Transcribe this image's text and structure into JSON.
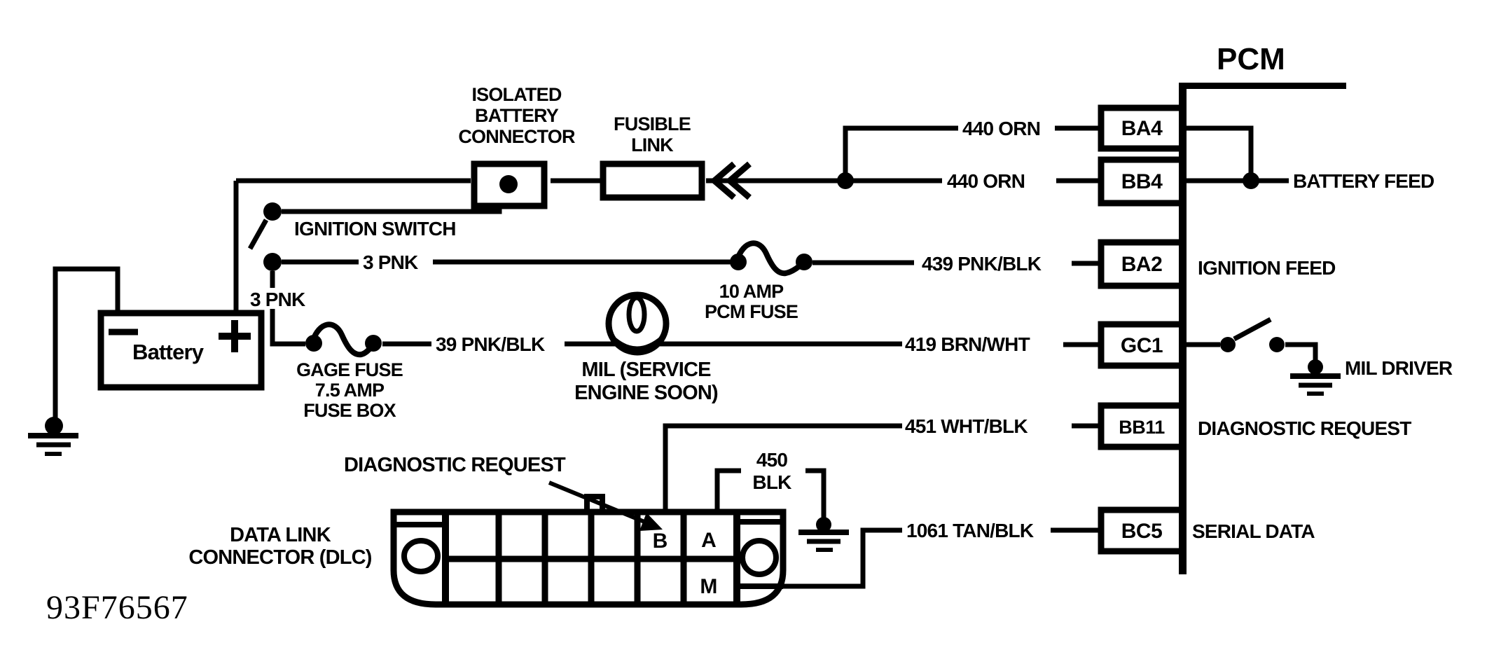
{
  "diagram_id": "93F76567",
  "pcm": {
    "title": "PCM",
    "pins": [
      {
        "id": "BA4",
        "function": ""
      },
      {
        "id": "BB4",
        "function": "BATTERY FEED"
      },
      {
        "id": "BA2",
        "function": "IGNITION FEED"
      },
      {
        "id": "GC1",
        "function": "MIL DRIVER"
      },
      {
        "id": "BB11",
        "function": "DIAGNOSTIC REQUEST"
      },
      {
        "id": "BC5",
        "function": "SERIAL DATA"
      }
    ]
  },
  "battery": {
    "label": "Battery"
  },
  "components": {
    "isolated_battery_connector": {
      "lines": [
        "ISOLATED",
        "BATTERY",
        "CONNECTOR"
      ]
    },
    "fusible_link": {
      "lines": [
        "FUSIBLE",
        "LINK"
      ]
    },
    "ignition_switch": {
      "label": "IGNITION SWITCH"
    },
    "pcm_fuse": {
      "lines": [
        "10 AMP",
        "PCM FUSE"
      ]
    },
    "gage_fuse": {
      "lines": [
        "GAGE FUSE",
        "7.5 AMP",
        "FUSE BOX"
      ]
    },
    "mil_lamp": {
      "lines": [
        "MIL (SERVICE",
        "ENGINE SOON)"
      ]
    },
    "dlc": {
      "lines": [
        "DATA LINK",
        "CONNECTOR (DLC)"
      ],
      "pointer_label": "DIAGNOSTIC REQUEST",
      "pins": {
        "b": "B",
        "a": "A",
        "m": "M"
      }
    }
  },
  "wires": {
    "batt_pnk": "3 PNK",
    "ign_pnk": "3 PNK",
    "ba4": "440 ORN",
    "bb4": "440 ORN",
    "ba2": "439 PNK/BLK",
    "gc1": "419 BRN/WHT",
    "bb11": "451 WHT/BLK",
    "bc5": "1061 TAN/BLK",
    "mil": "39 PNK/BLK",
    "dlc_ground": {
      "lines": [
        "450",
        "BLK"
      ]
    }
  },
  "colors": {
    "ink": "#000000",
    "background": "#ffffff"
  }
}
